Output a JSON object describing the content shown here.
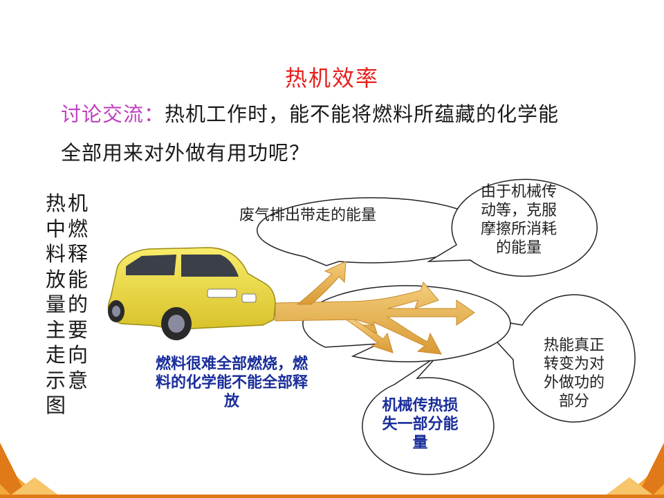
{
  "title": "热机效率",
  "question": {
    "lead": "讨论交流：",
    "line1_rest": "热机工作时，能不能将燃料所蕴藏的化学能",
    "line2": "全部用来对外做有用功呢？"
  },
  "diagram_label": "热机中燃料释放能量的主要走向示意图",
  "bubbles": {
    "exhaust": "废气排出带走的能量",
    "friction": "由于机械传动等，克服摩擦所消耗的能量",
    "useful": "热能真正转变为对外做功的部分",
    "heat_loss": "机械传热损失一部分能量",
    "incomplete": "燃料很难全部燃烧，燃料的化学能不能全部释放"
  },
  "colors": {
    "title": "#e8201c",
    "lead": "#c040c0",
    "arrow": "#e8b24a",
    "car": "#f2dd3c",
    "bubble_text_blue": "#1a2e9a",
    "corner": "#e07a18"
  }
}
